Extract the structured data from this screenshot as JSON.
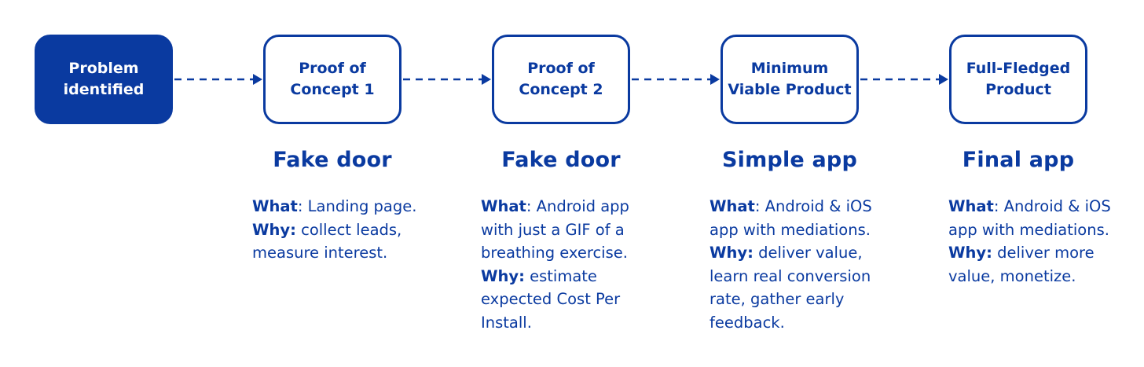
{
  "colors": {
    "primary": "#0a3aa0",
    "background": "#ffffff"
  },
  "stages": [
    {
      "line1": "Problem",
      "line2": "identified",
      "filled": true
    },
    {
      "line1": "Proof of",
      "line2": "Concept 1",
      "filled": false
    },
    {
      "line1": "Proof of",
      "line2": "Concept 2",
      "filled": false
    },
    {
      "line1": "Minimum",
      "line2": "Viable Product",
      "filled": false
    },
    {
      "line1": "Full-Fledged",
      "line2": "Product",
      "filled": false
    }
  ],
  "phases": [
    {
      "title": "Fake door",
      "what_label": "What",
      "what_lines": [
        ": Landing page."
      ],
      "why_label": "Why:",
      "why_lines": [
        " collect leads,",
        "measure interest."
      ]
    },
    {
      "title": "Fake door",
      "what_label": "What",
      "what_lines": [
        ": Android app",
        "with just a GIF of a",
        "breathing exercise."
      ],
      "why_label": "Why:",
      "why_lines": [
        " estimate",
        "expected Cost Per",
        "Install."
      ]
    },
    {
      "title": "Simple app",
      "what_label": "What",
      "what_lines": [
        ": Android & iOS",
        "app with mediations."
      ],
      "why_label": "Why:",
      "why_lines": [
        " deliver value,",
        "learn real conversion",
        "rate, gather early",
        "feedback."
      ]
    },
    {
      "title": "Final app",
      "what_label": "What",
      "what_lines": [
        ": Android & iOS",
        "app with mediations."
      ],
      "why_label": "Why:",
      "why_lines": [
        " deliver more",
        "value, monetize."
      ]
    }
  ]
}
